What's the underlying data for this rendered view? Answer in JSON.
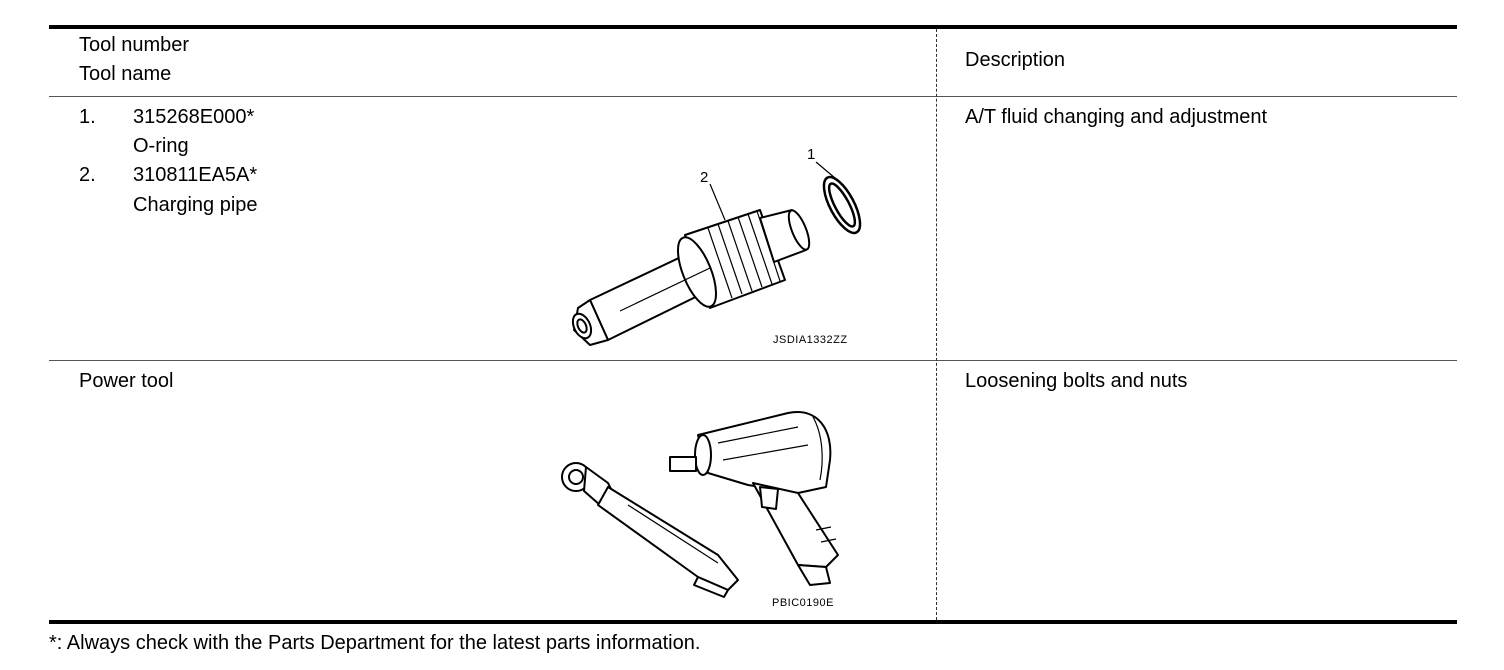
{
  "header": {
    "tool_number": "Tool number",
    "tool_name": "Tool name",
    "description": "Description"
  },
  "rows": [
    {
      "items": [
        {
          "num": "1.",
          "part": "315268E000*",
          "name": "O-ring"
        },
        {
          "num": "2.",
          "part": "310811EA5A*",
          "name": "Charging pipe"
        }
      ],
      "callout_1": "1",
      "callout_2": "2",
      "figure_code": "JSDIA1332ZZ",
      "description": "A/T fluid changing and adjustment"
    },
    {
      "name": "Power tool",
      "figure_code": "PBIC0190E",
      "description": "Loosening bolts and nuts"
    }
  ],
  "footnote": "*: Always check with the Parts Department for the latest parts information."
}
